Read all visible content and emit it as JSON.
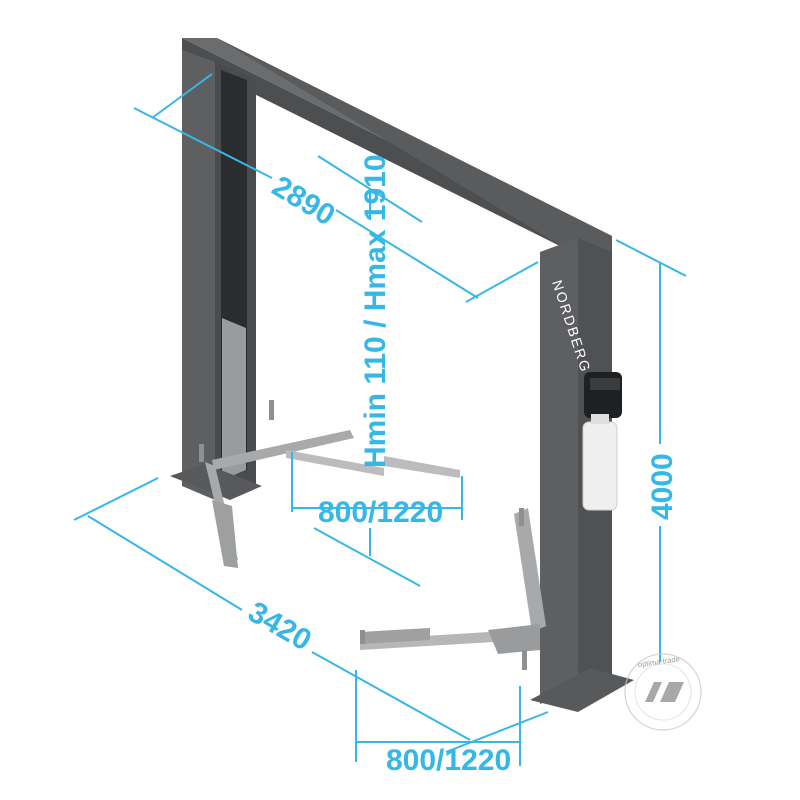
{
  "diagram": {
    "brand": "NORDBERG",
    "dimensions": {
      "width_top": "2890",
      "height_lift": "Hmin 110 / Hmax 1910",
      "arm_reach_left": "800/1220",
      "base_width": "3420",
      "arm_reach_right": "800/1220",
      "total_height": "4000"
    },
    "watermark": {
      "text": "optima-trade"
    }
  },
  "colors": {
    "dimension": "#36b7e6",
    "frame": "#5e5f61",
    "frame_dark": "#3d3e40",
    "arms": "#a8a9ab",
    "reservoir": "#eeeeee"
  }
}
